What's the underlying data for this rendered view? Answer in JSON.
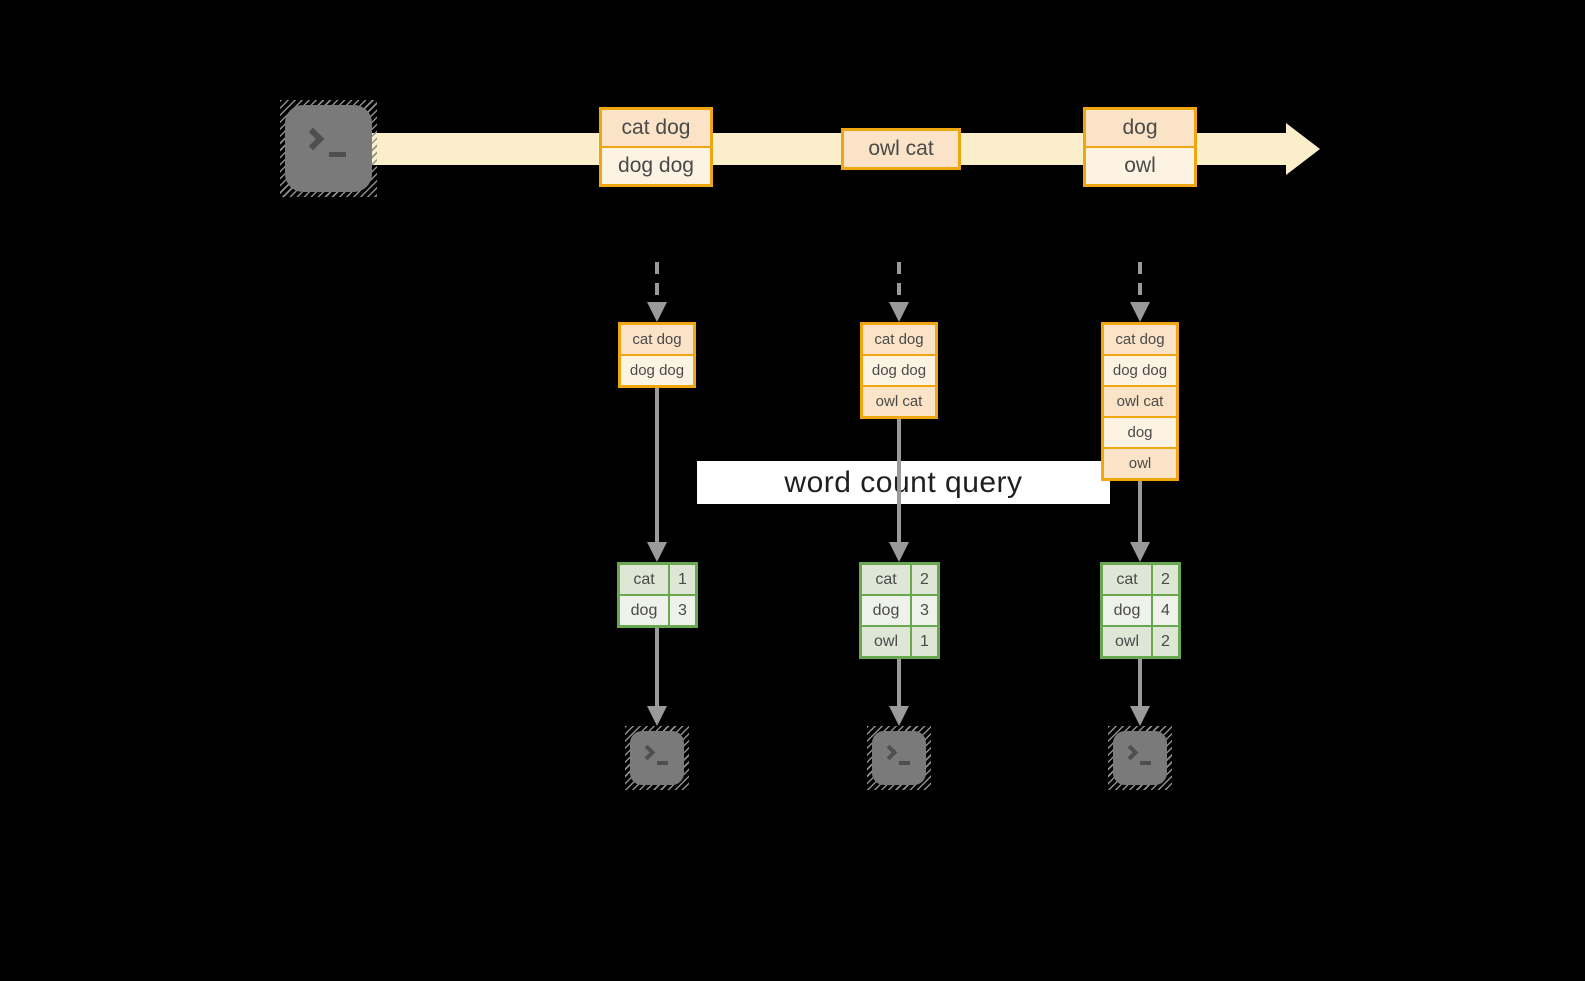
{
  "banner": {
    "label": "word count query"
  },
  "stream": {
    "events": [
      {
        "lines": [
          "cat dog",
          "dog dog"
        ]
      },
      {
        "lines": [
          "owl cat"
        ]
      },
      {
        "lines": [
          "dog",
          "owl"
        ]
      }
    ]
  },
  "columns": [
    {
      "state": [
        "cat dog",
        "dog dog"
      ],
      "counts": [
        {
          "word": "cat",
          "n": "1"
        },
        {
          "word": "dog",
          "n": "3"
        }
      ]
    },
    {
      "state": [
        "cat dog",
        "dog dog",
        "owl cat"
      ],
      "counts": [
        {
          "word": "cat",
          "n": "2"
        },
        {
          "word": "dog",
          "n": "3"
        },
        {
          "word": "owl",
          "n": "1"
        }
      ]
    },
    {
      "state": [
        "cat dog",
        "dog dog",
        "owl cat",
        "dog",
        "owl"
      ],
      "counts": [
        {
          "word": "cat",
          "n": "2"
        },
        {
          "word": "dog",
          "n": "4"
        },
        {
          "word": "owl",
          "n": "2"
        }
      ]
    }
  ],
  "icons": {
    "source": "terminal-prompt-icon",
    "sinks": [
      "terminal-prompt-icon",
      "terminal-prompt-icon",
      "terminal-prompt-icon"
    ]
  },
  "colors": {
    "gold": "#f0a60e",
    "cream": "#fbeecb",
    "peach-dark": "#fae3c6",
    "peach-light": "#fdf3e3",
    "green": "#6aa84f",
    "sage-dark": "#dee7d6",
    "sage-light": "#eef2ea",
    "arrow-gray": "#9a9a9a",
    "terminal-gray": "#7a7a7a",
    "banner-bg": "#ffffff"
  }
}
